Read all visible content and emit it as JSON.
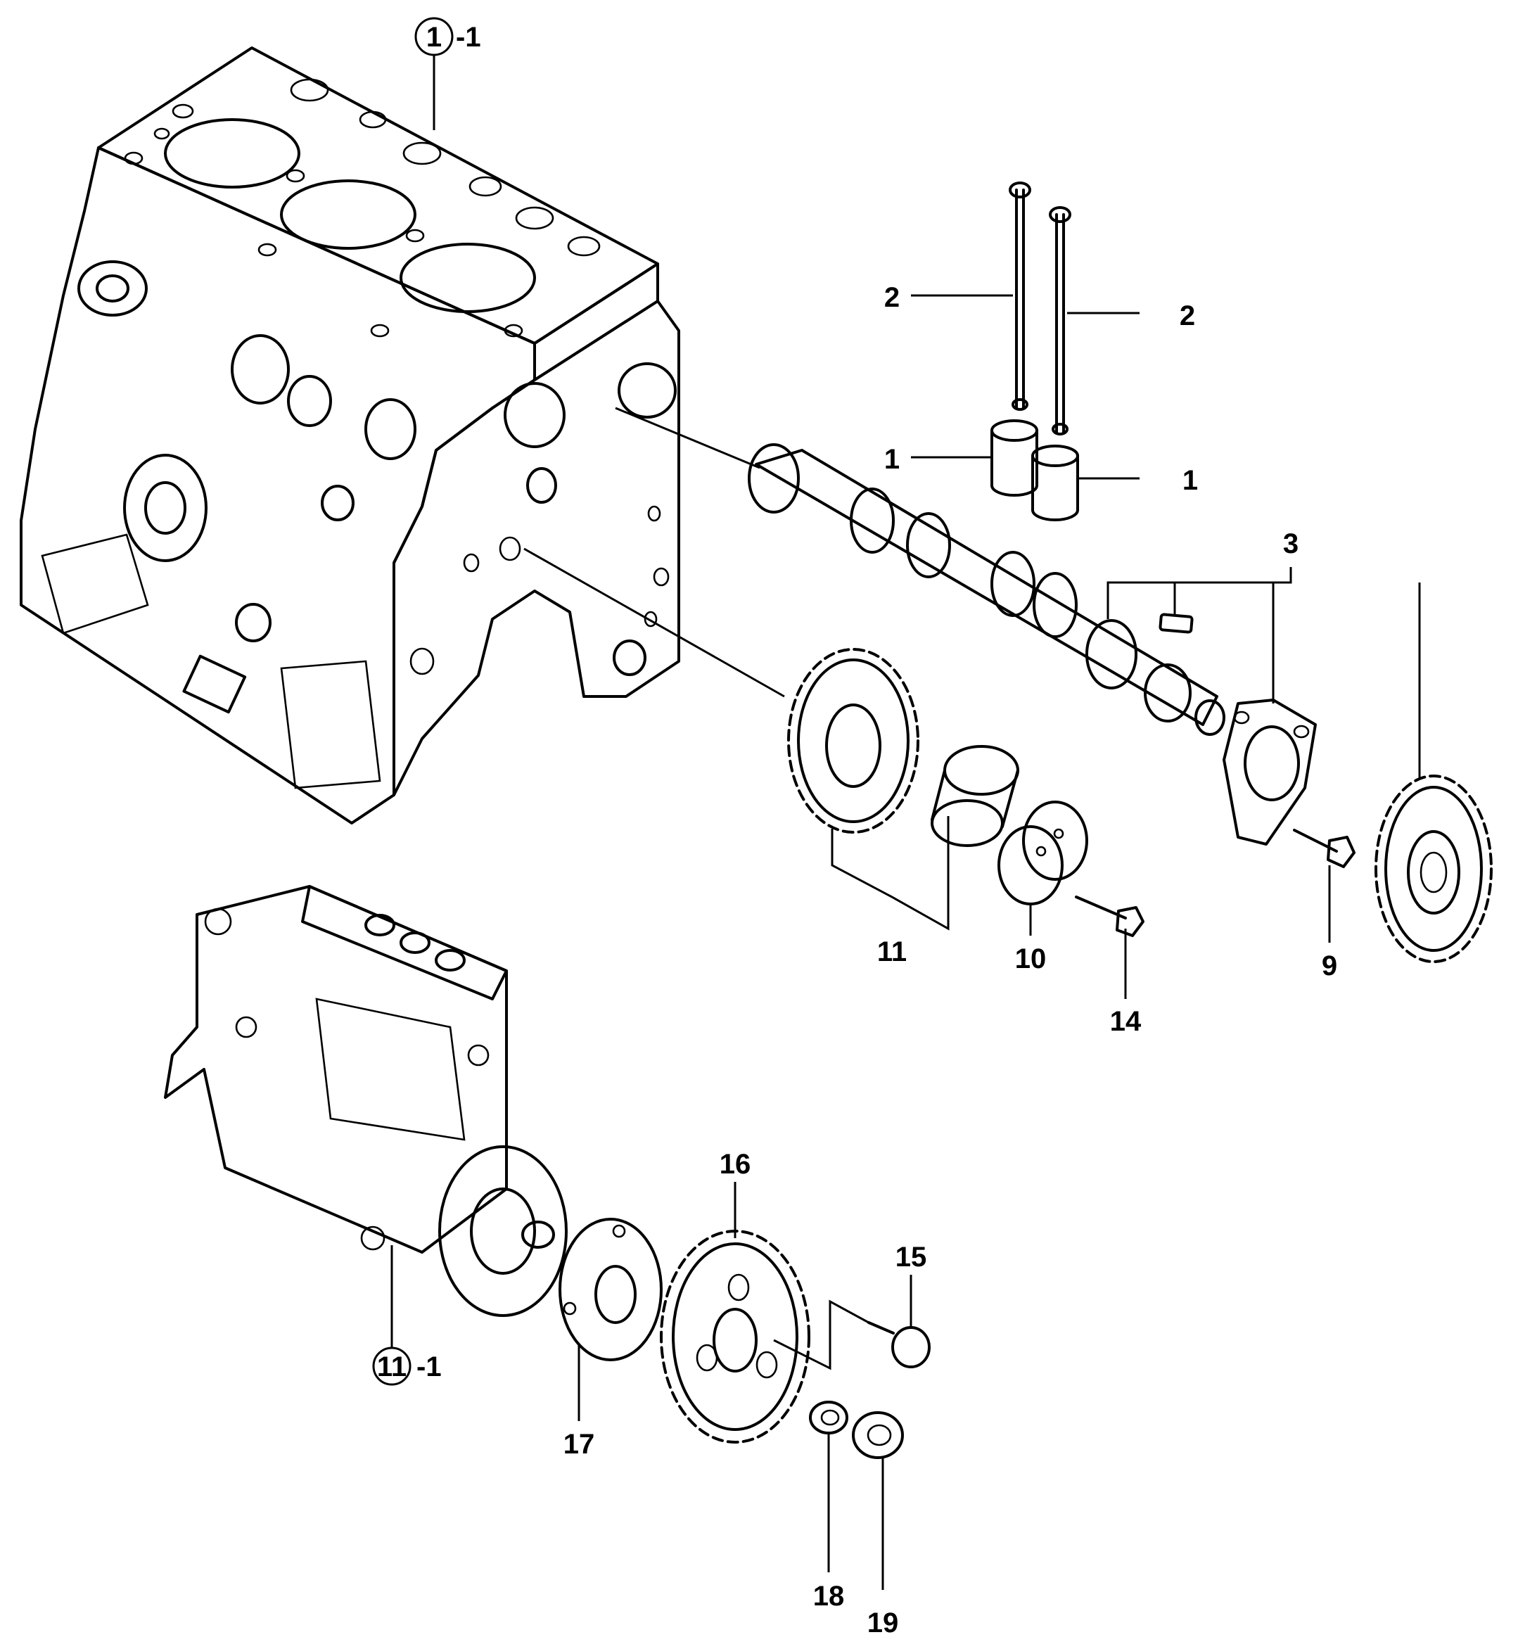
{
  "labels": {
    "cyl_block_num": "1",
    "cyl_block_suffix": "-1",
    "push_rod_a": "2",
    "push_rod_b": "2",
    "tappet_a": "1",
    "tappet_b": "1",
    "camshaft_assy": "3",
    "idle_gear_assy": "11",
    "idle_gear_shaft": "10",
    "idle_gear_bolt": "14",
    "cam_gear_bolt": "9",
    "pump_num": "11",
    "pump_suffix": "-1",
    "pump_gear": "16",
    "pump_gear_bolt": "15",
    "pump_flange": "17",
    "washer": "18",
    "nut": "19"
  }
}
